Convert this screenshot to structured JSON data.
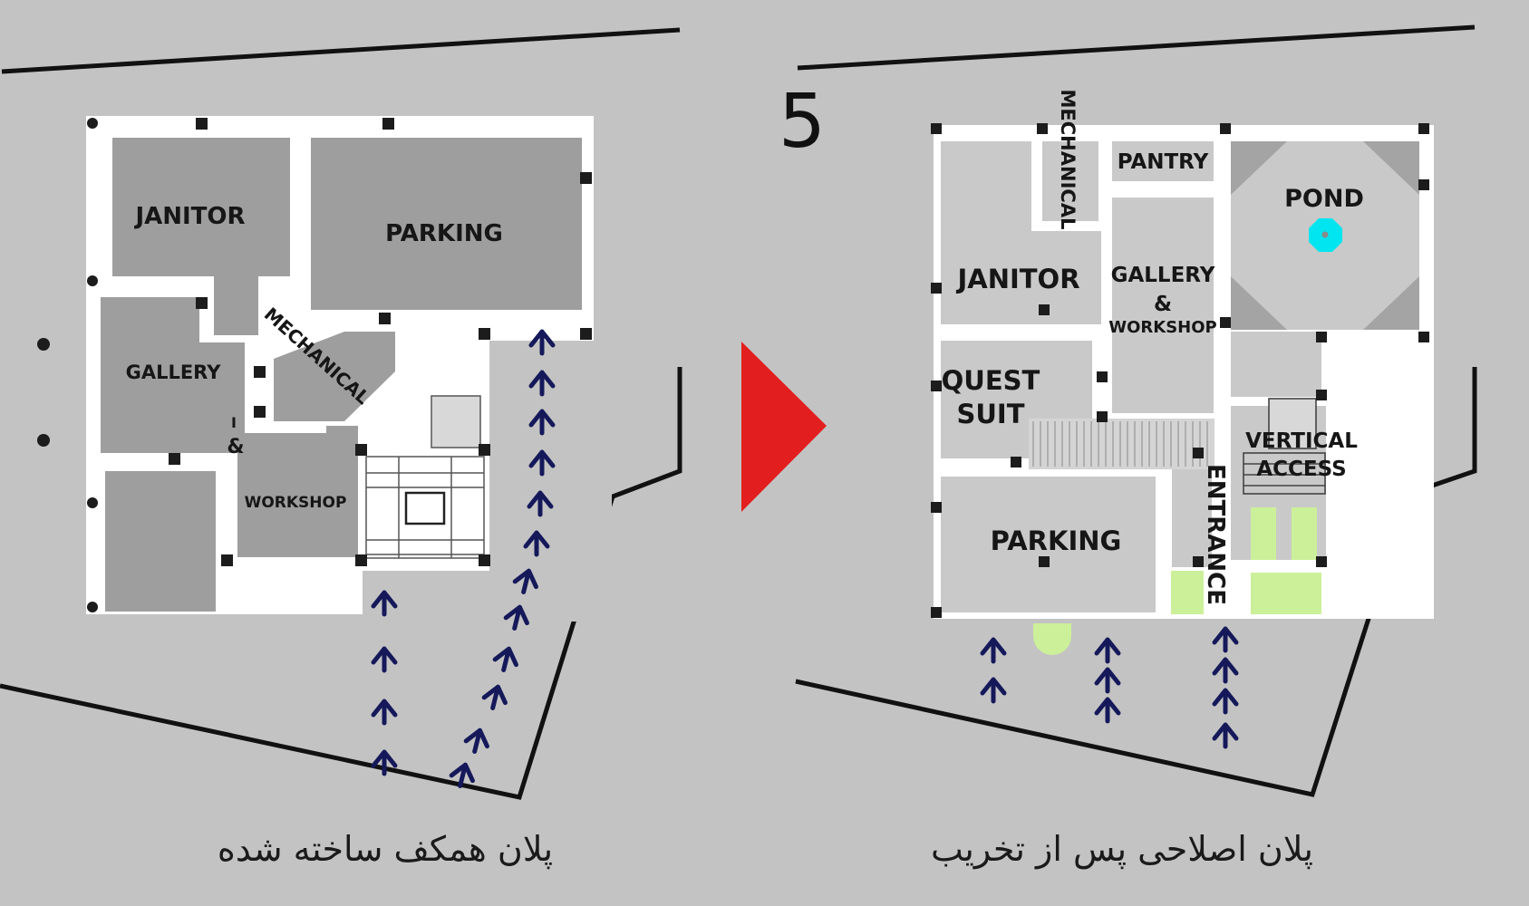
{
  "colors": {
    "background": "#c3c3c3",
    "wall": "#ffffff",
    "room_dark": "#9e9e9e",
    "room_light": "#c9c9c9",
    "pillar": "#1c1c1c",
    "arrow": "#15195a",
    "transition_arrow": "#e31e1e",
    "pond_water": "#00e5f0",
    "landscape_green": "#ccf09a"
  },
  "transition_icon": "red-play-triangle",
  "left_plan": {
    "caption": "پلان همکف ساخته شده",
    "rooms": {
      "janitor": "JANITOR",
      "parking": "PARKING",
      "gallery": "GALLERY",
      "mechanical": "MECHANICAL",
      "ampersand": "&",
      "tick": "I",
      "workshop": "WORKSHOP"
    }
  },
  "right_plan": {
    "number": "5",
    "caption": "پلان اصلاحی پس از تخریب",
    "rooms": {
      "mechanical": "MECHANICAL",
      "pantry": "PANTRY",
      "pond": "POND",
      "janitor": "JANITOR",
      "gallery": "GALLERY",
      "ampersand": "&",
      "workshop": "WORKSHOP",
      "quest": "QUEST",
      "suit": "SUIT",
      "vertical": "VERTICAL",
      "access": "ACCESS",
      "parking": "PARKING",
      "entrance": "ENTRANCE"
    }
  }
}
